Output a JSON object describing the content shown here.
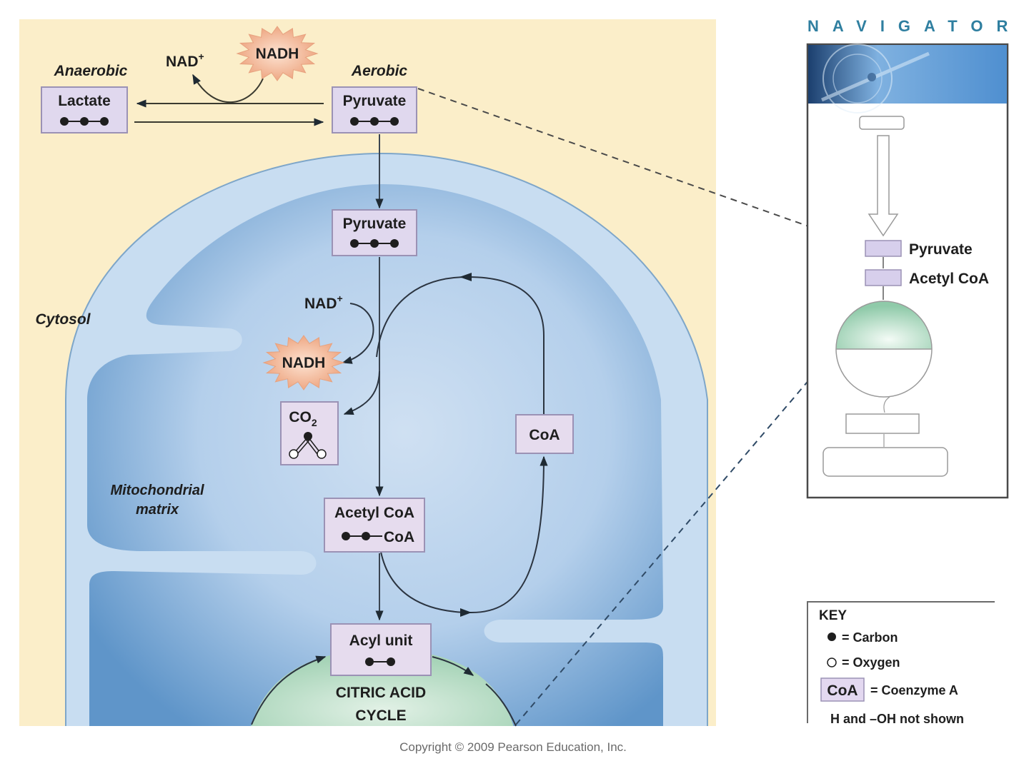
{
  "diagram": {
    "cytosol_label": "Cytosol",
    "matrix_label_line1": "Mitochondrial",
    "matrix_label_line2": "matrix",
    "anaerobic_label": "Anaerobic",
    "aerobic_label": "Aerobic",
    "lactate_label": "Lactate",
    "pyruvate_cytosol_label": "Pyruvate",
    "pyruvate_matrix_label": "Pyruvate",
    "nad_plus_top": "NAD",
    "nad_plus_top_sup": "+",
    "nadh_top": "NADH",
    "nad_plus_matrix": "NAD",
    "nad_plus_matrix_sup": "+",
    "nadh_matrix": "NADH",
    "co2_label": "CO",
    "co2_sub": "2",
    "coa_label": "CoA",
    "acetyl_coa_label": "Acetyl CoA",
    "acetyl_coa_formula_suffix": "CoA",
    "acyl_unit_label": "Acyl unit",
    "citric_acid_line1": "CITRIC ACID",
    "citric_acid_line2": "CYCLE"
  },
  "navigator": {
    "title": "NAVIGATOR",
    "pyruvate_label": "Pyruvate",
    "acetyl_coa_label": "Acetyl CoA"
  },
  "key": {
    "title": "KEY",
    "carbon": "= Carbon",
    "oxygen": "= Oxygen",
    "coa_box": "CoA",
    "coa_desc": "= Coenzyme A",
    "note": "H and –OH not shown"
  },
  "colors": {
    "cytosol": "#fbeec9",
    "membrane": "#c5dcf0",
    "matrix_dark": "#5d93c8",
    "matrix_light": "#c8dcf0",
    "molecule_box": "#e6dcee",
    "nadh_burst": "#f2b699",
    "citric_cycle": "#a9d6bb",
    "navigator_accent": "#2f7fa0"
  },
  "copyright": "Copyright © 2009 Pearson Education, Inc."
}
